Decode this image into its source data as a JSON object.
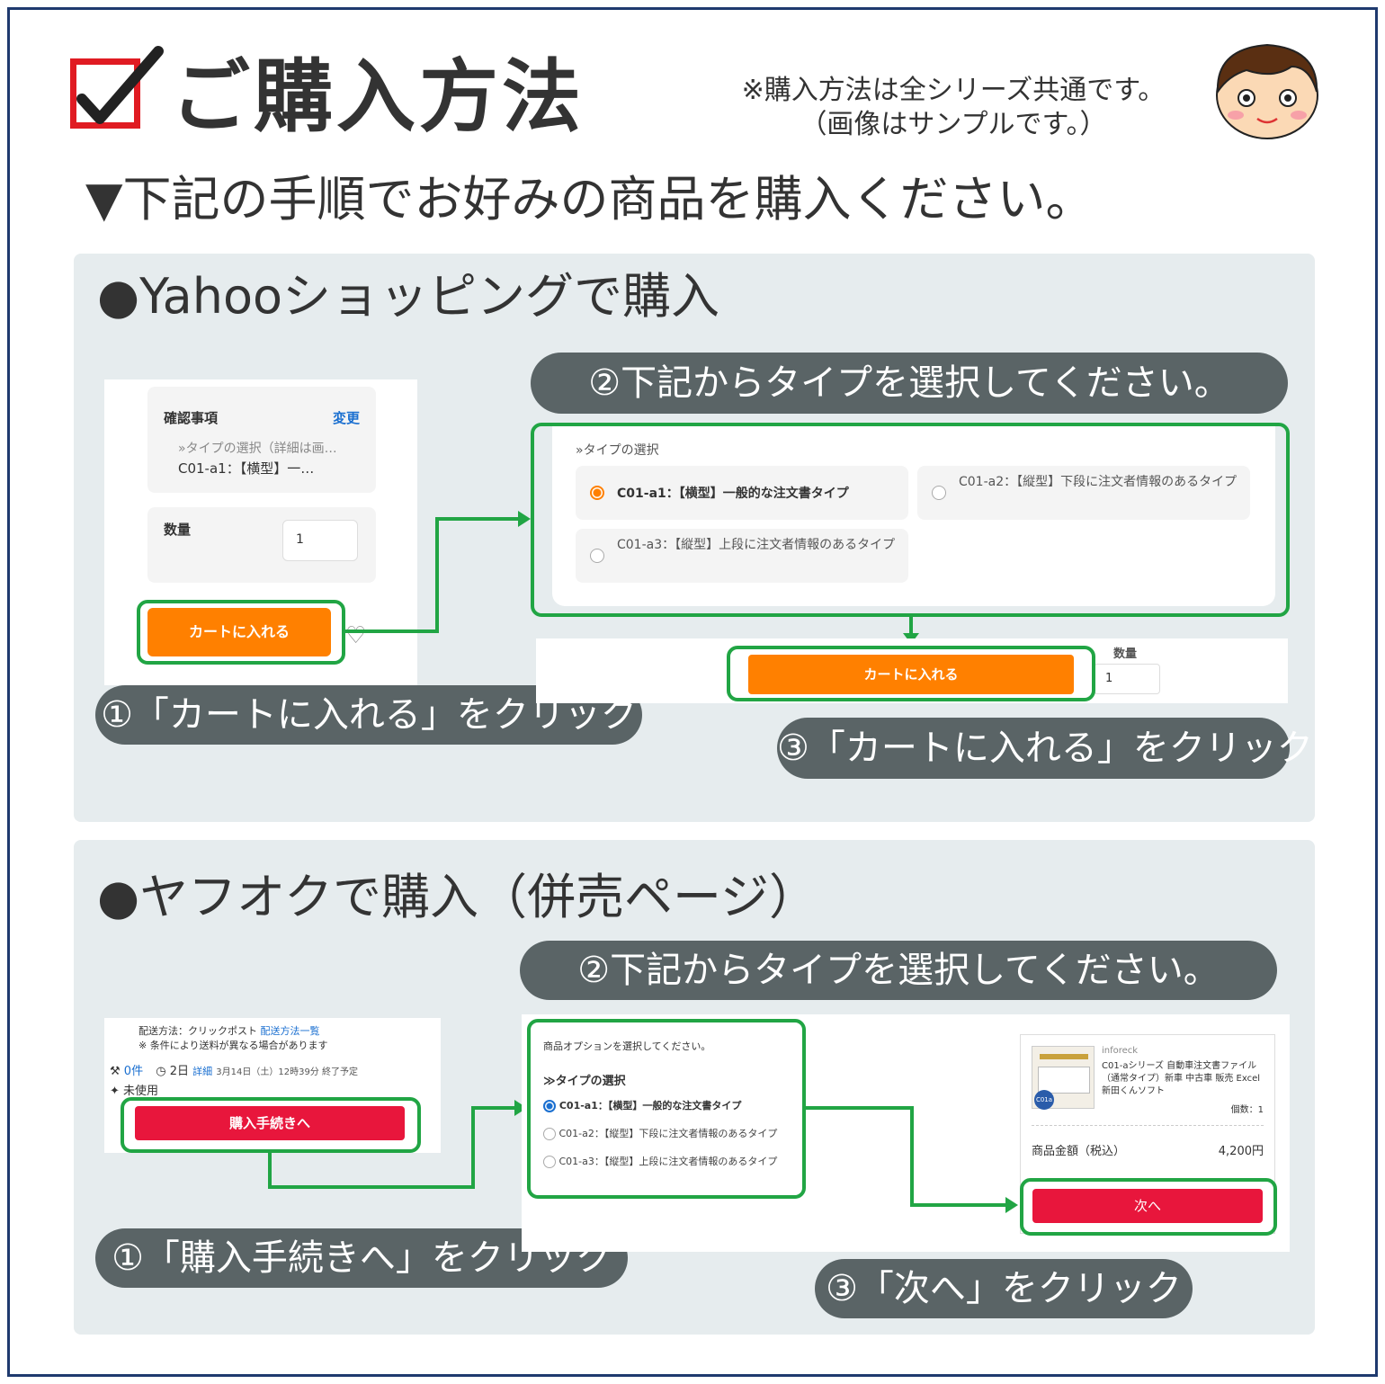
{
  "header": {
    "title": "ご購入方法",
    "note_line1": "※購入方法は全シリーズ共通です。",
    "note_line2": "（画像はサンプルです。）"
  },
  "subtitle": "▼下記の手順でお好みの商品を購入ください。",
  "yahoo": {
    "section_title": "●Yahooショッピングで購入",
    "step1": "①「カートに入れる」をクリック",
    "step2": "②下記からタイプを選択してください。",
    "step3": "③「カートに入れる」をクリック",
    "left_shot": {
      "confirm_label": "確認事項",
      "change_link": "変更",
      "type_line": "»タイプの選択（詳細は画…",
      "type_value": "C01-a1：【横型】一…",
      "qty_label": "数量",
      "qty_value": "1",
      "cart_button": "カートに入れる"
    },
    "type_shot": {
      "heading": "»タイプの選択",
      "options": [
        "C01-a1：【横型】一般的な注文書タイプ",
        "C01-a2：【縦型】下段に注文者情報のあるタイプ",
        "C01-a3：【縦型】上段に注文者情報のあるタイプ"
      ]
    },
    "cart_shot": {
      "cart_button": "カートに入れる",
      "qty_label": "数量",
      "qty_value": "1"
    }
  },
  "auction": {
    "section_title": "●ヤフオクで購入（併売ページ）",
    "step1": "①「購入手続きへ」をクリック",
    "step2": "②下記からタイプを選択してください。",
    "step3": "③「次へ」をクリック",
    "left_shot": {
      "shipping": "配送方法：クリックポスト",
      "shipping_link": "配送方法一覧",
      "shipping_note": "※ 条件により送料が異なる場合があります",
      "bids": "0件",
      "time": "2日",
      "time_detail_link": "詳細",
      "end_time": "3月14日（土）12時39分 終了予定",
      "condition": "未使用",
      "buy_button": "購入手続きへ"
    },
    "option_shot": {
      "prompt": "商品オプションを選択してください。",
      "heading": "≫タイプの選択",
      "options": [
        "C01-a1：【横型】一般的な注文書タイプ",
        "C01-a2：【縦型】下段に注文者情報のあるタイプ",
        "C01-a3：【縦型】上段に注文者情報のあるタイプ"
      ]
    },
    "summary_shot": {
      "thumb_label": "C01a",
      "seller": "inforeck",
      "product": "C01-aシリーズ 自動車注文書ファイル（通常タイプ）新車 中古車 販売 Excel 新田くんソフト",
      "qty": "個数：1",
      "price_label": "商品金額（税込）",
      "price": "4,200円",
      "next_button": "次へ"
    }
  }
}
